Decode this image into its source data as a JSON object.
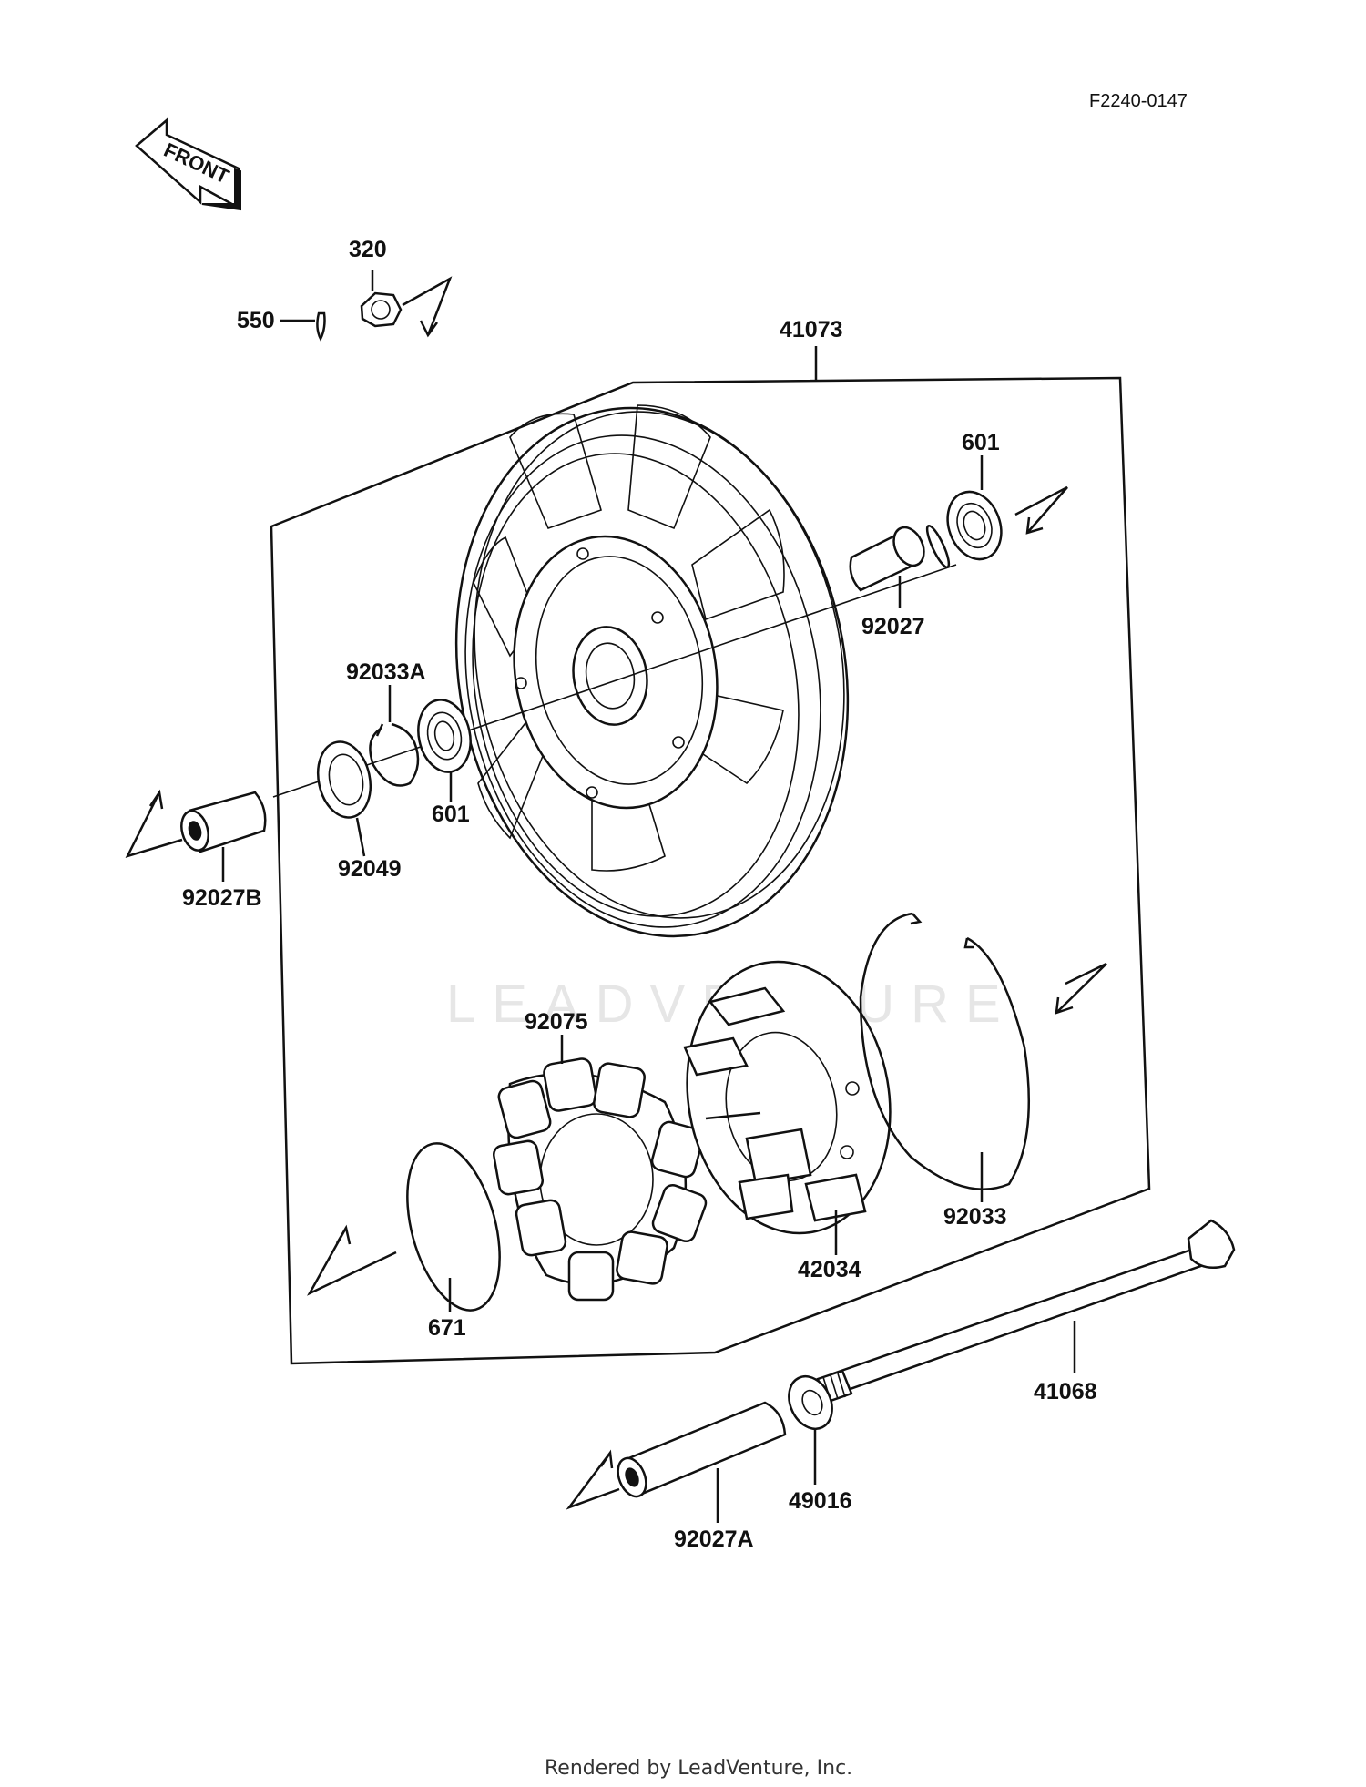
{
  "drawing_code": "F2240-0147",
  "front_label": "FRONT",
  "watermark": "LEADVENTURE",
  "footer": "Rendered by LeadVenture, Inc.",
  "callouts": {
    "p320": "320",
    "p550": "550",
    "p41073": "41073",
    "p601_top": "601",
    "p92027": "92027",
    "p92033A": "92033A",
    "p601_mid": "601",
    "p92049": "92049",
    "p92027B": "92027B",
    "p92075": "92075",
    "p42034": "42034",
    "p92033": "92033",
    "p671": "671",
    "p41068": "41068",
    "p49016": "49016",
    "p92027A": "92027A"
  },
  "colors": {
    "ink": "#111111",
    "watermark": "#e6e6e6",
    "footer": "#333333"
  }
}
